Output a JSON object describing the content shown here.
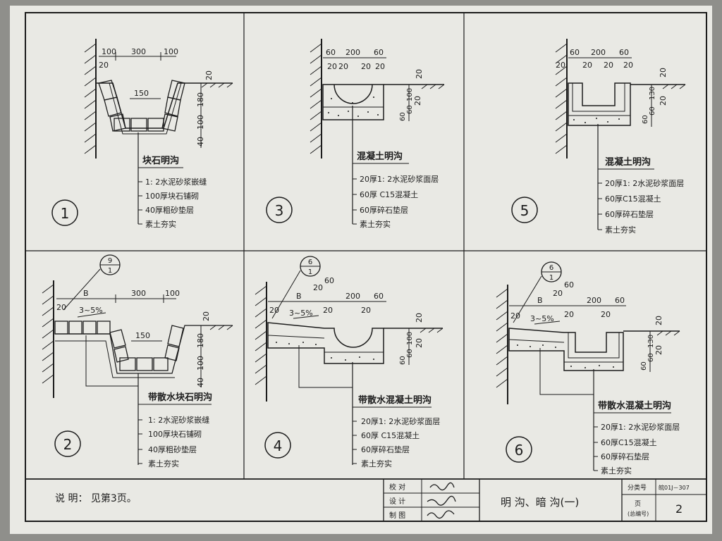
{
  "colors": {
    "paper": "#e9e9e4",
    "ink": "#1c1c1c",
    "frame": "#8f8f8b"
  },
  "panels": [
    {
      "number": "1",
      "title": "块石明沟",
      "dims": {
        "a": "100",
        "b": "300",
        "c": "100",
        "d": "20",
        "e": "20",
        "f": "150",
        "g": "180",
        "h": "100",
        "i": "40"
      },
      "layers": [
        "1: 2水泥砂浆嵌缝",
        "100厚块石铺砌",
        "40厚粗砂垫层",
        "素土夯实"
      ]
    },
    {
      "number": "3",
      "title": "混凝土明沟",
      "dims": {
        "a": "60",
        "b": "200",
        "c": "60",
        "d": "20",
        "e": "20",
        "f": "20",
        "g": "20",
        "h": "20",
        "i": "100",
        "j": "60",
        "k": "60",
        "l": "20"
      },
      "layers": [
        "20厚1: 2水泥砂浆面层",
        "60厚 C15混凝土",
        "60厚碎石垫层",
        "素土夯实"
      ]
    },
    {
      "number": "5",
      "title": "混凝土明沟",
      "dims": {
        "a": "60",
        "b": "200",
        "c": "60",
        "d": "20",
        "e": "20",
        "f": "20",
        "g": "20",
        "h": "20",
        "i": "130",
        "j": "60",
        "k": "60",
        "l": "20"
      },
      "layers": [
        "20厚1: 2水泥砂浆面层",
        "60厚C15混凝土",
        "60厚碎石垫层",
        "素土夯实"
      ]
    },
    {
      "number": "2",
      "title": "带散水块石明沟",
      "dims": {
        "a": "B",
        "b": "300",
        "c": "100",
        "d": "20",
        "e": "20",
        "f": "150",
        "g": "180",
        "h": "100",
        "i": "40",
        "slope": "3~5%"
      },
      "detail": {
        "top": "9",
        "bottom": "1"
      },
      "layers": [
        "1: 2水泥砂浆嵌缝",
        "100厚块石铺砌",
        "40厚粗砂垫层",
        "素土夯实"
      ]
    },
    {
      "number": "4",
      "title": "带散水混凝土明沟",
      "dims": {
        "a": "B",
        "b": "200",
        "c": "60",
        "d": "20",
        "e": "20",
        "f": "20",
        "g": "20",
        "h": "20",
        "i": "100",
        "j": "60",
        "k": "60",
        "l": "20",
        "m": "60",
        "slope": "3~5%"
      },
      "detail": {
        "top": "6",
        "bottom": "1"
      },
      "layers": [
        "20厚1: 2水泥砂浆面层",
        "60厚 C15混凝土",
        "60厚碎石垫层",
        "素土夯实"
      ]
    },
    {
      "number": "6",
      "title": "带散水混凝土明沟",
      "dims": {
        "a": "B",
        "b": "200",
        "c": "60",
        "d": "20",
        "e": "20",
        "f": "20",
        "g": "20",
        "h": "20",
        "i": "130",
        "j": "60",
        "k": "60",
        "l": "20",
        "m": "60",
        "slope": "3~5%"
      },
      "detail": {
        "top": "6",
        "bottom": "1"
      },
      "layers": [
        "20厚1: 2水泥砂浆面层",
        "60厚C15混凝土",
        "60厚碎石垫层",
        "素土夯实"
      ]
    }
  ],
  "title_block": {
    "note": "说 明： 见第3页。",
    "rows": [
      "校 对",
      "设 计",
      "制 图"
    ],
    "drawing_title": "明 沟、暗 沟(一)",
    "category_label": "分类号",
    "category_value": "皖01J－307",
    "page_label": "页",
    "page_sub": "(总编号)",
    "page_number": "2"
  }
}
